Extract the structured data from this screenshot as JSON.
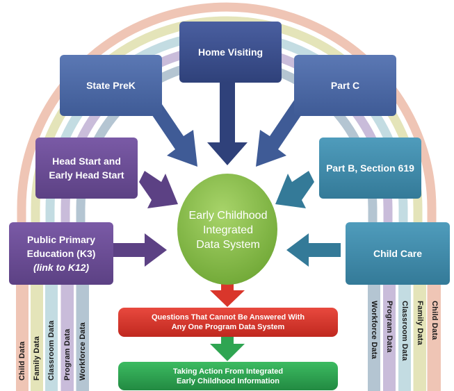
{
  "colors": {
    "rainbow": [
      "#efc5b5",
      "#e4e4b9",
      "#c3dce2",
      "#c9bcda",
      "#b4c5d2"
    ],
    "navy": "#3b4f8c",
    "slate": "#4d6aa6",
    "purple": "#6a4d94",
    "teal": "#3f89a8",
    "green_circle": "#8dc34a",
    "red": "#d9362b",
    "green": "#2fa552"
  },
  "programs": {
    "home_visiting": "Home Visiting",
    "state_prek": "State PreK",
    "part_c": "Part C",
    "head_start": [
      "Head Start and",
      "Early Head Start"
    ],
    "part_b": "Part B, Section 619",
    "public_primary": [
      "Public Primary",
      "Education (K3)",
      "(link to K12)"
    ],
    "child_care": "Child Care"
  },
  "center": [
    "Early Childhood",
    "Integrated",
    "Data System"
  ],
  "outcomes": {
    "questions": [
      "Questions That Cannot Be Answered With",
      "Any One Program Data System"
    ],
    "action": [
      "Taking Action From Integrated",
      "Early Childhood Information"
    ]
  },
  "data_strips": {
    "left": [
      "Child Data",
      "Family Data",
      "Classroom Data",
      "Program Data",
      "Workforce Data"
    ],
    "right": [
      "Workforce Data",
      "Program Data",
      "Classroom Data",
      "Family Data",
      "Child Data"
    ]
  }
}
